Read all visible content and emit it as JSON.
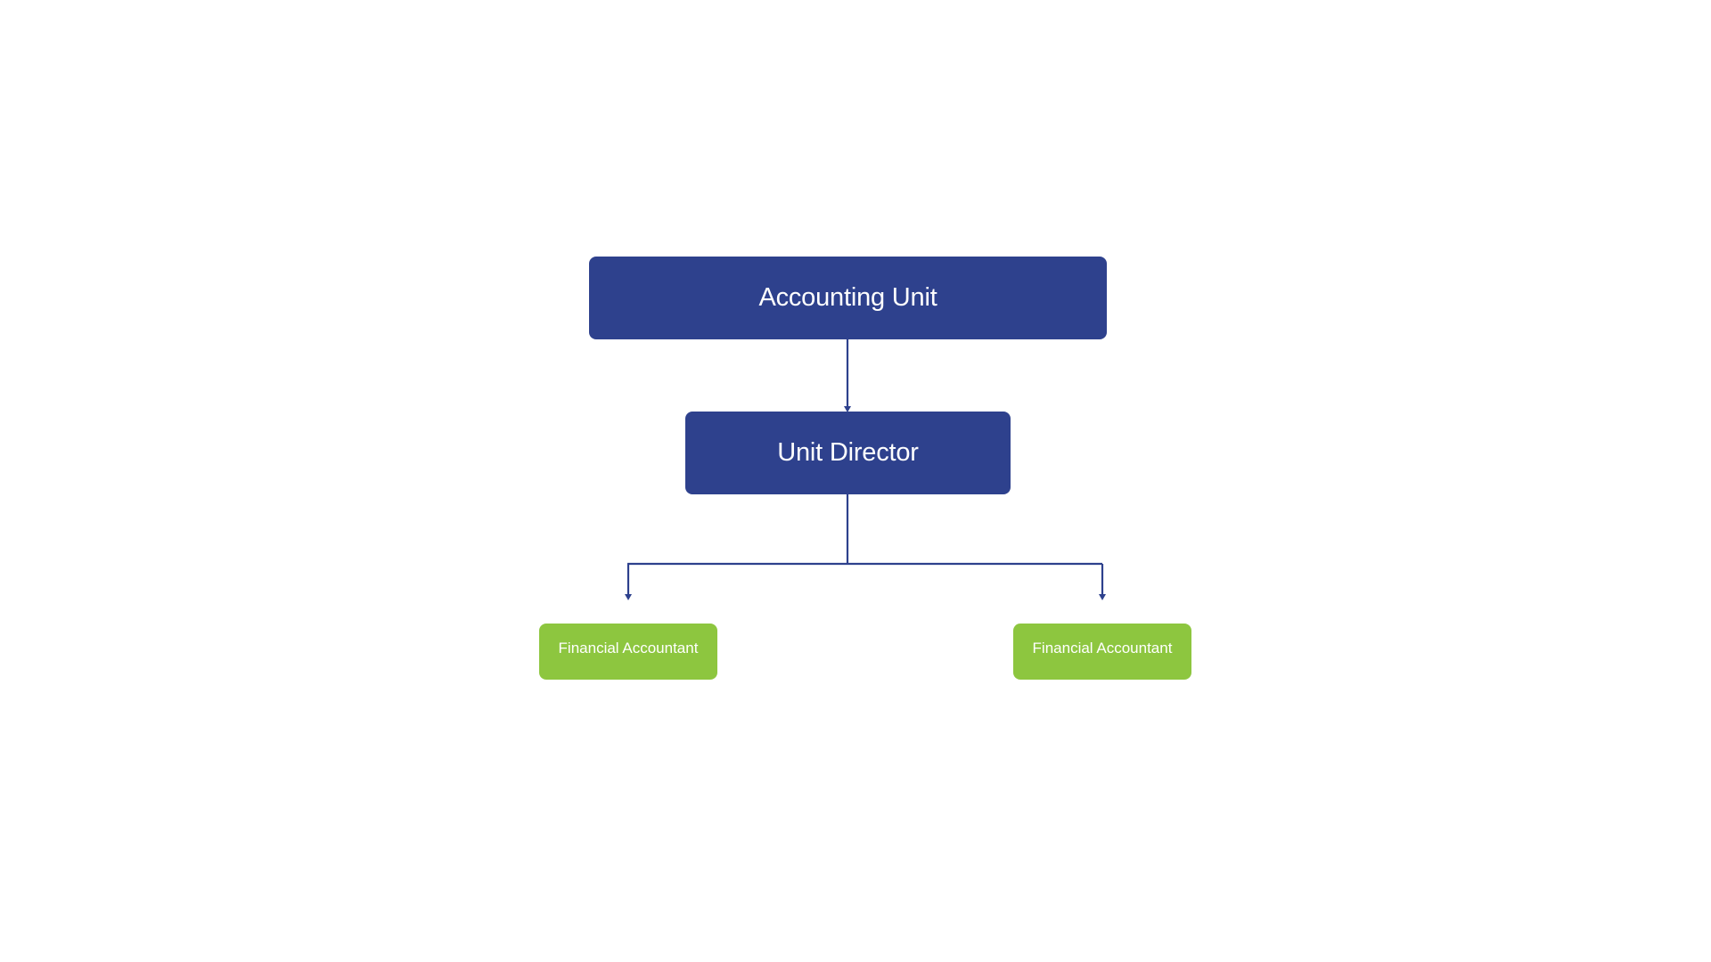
{
  "diagram": {
    "type": "org-chart",
    "colors": {
      "primary_box": "#2e418d",
      "leaf_box": "#8dc63f",
      "connector": "#2e418d",
      "text": "#ffffff"
    },
    "nodes": {
      "accounting_unit": "Accounting Unit",
      "unit_director": "Unit Director",
      "financial_accountant_left": "Financial Accountant",
      "financial_accountant_right": "Financial Accountant"
    },
    "edges": [
      {
        "from": "accounting_unit",
        "to": "unit_director"
      },
      {
        "from": "unit_director",
        "to": "financial_accountant_left"
      },
      {
        "from": "unit_director",
        "to": "financial_accountant_right"
      }
    ]
  }
}
